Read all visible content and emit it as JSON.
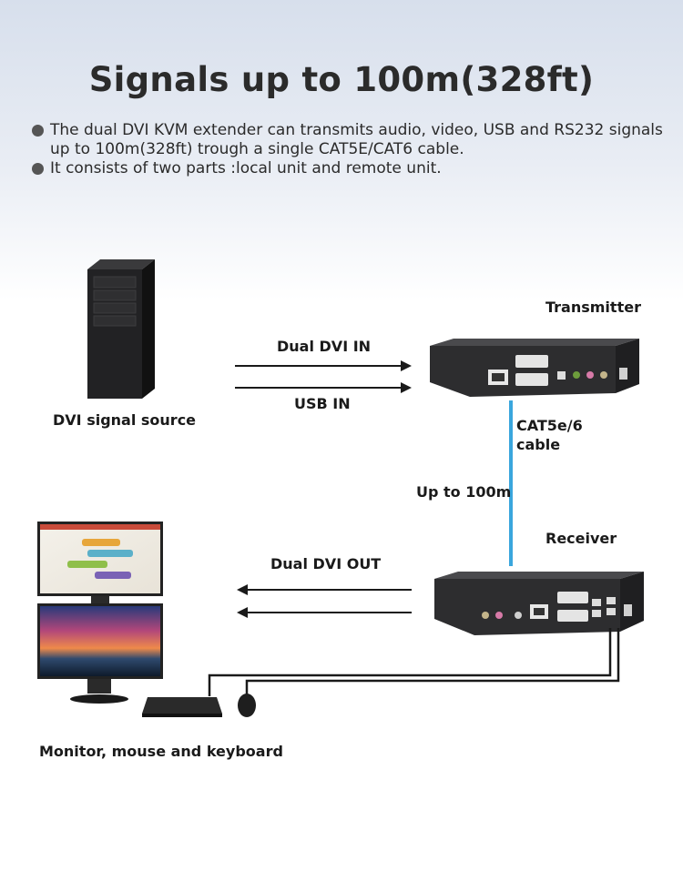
{
  "title": "Signals up to 100m(328ft)",
  "bullets": [
    "The dual DVI KVM extender can transmits audio, video, USB and RS232 signals up to 100m(328ft) trough a single CAT5E/CAT6 cable.",
    "It consists of two parts :local unit and remote unit."
  ],
  "labels": {
    "source": "DVI signal source",
    "transmitter": "Transmitter",
    "receiver": "Receiver",
    "dvi_in": "Dual DVI IN",
    "usb_in": "USB IN",
    "cable_1": "CAT5e/6",
    "cable_2": "cable",
    "distance": "Up to 100m",
    "dvi_out": "Dual DVI OUT",
    "monitor_group": "Monitor, mouse and keyboard"
  },
  "colors": {
    "cable": "#3aa6dd",
    "device": "#2d2d2f",
    "arrow": "#1a1a1a"
  }
}
